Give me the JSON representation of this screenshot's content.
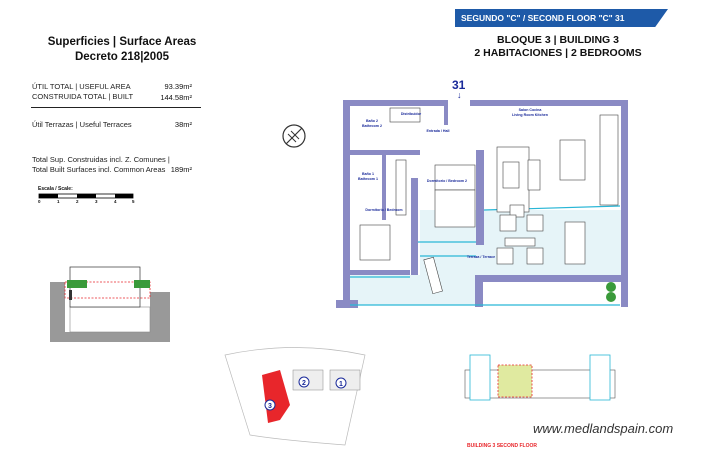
{
  "surfaces": {
    "title": "Superficies | Surface Areas",
    "decree": "Decreto 218|2005",
    "rows": [
      {
        "label": "ÚTIL TOTAL | USEFUL  AREA",
        "value": "93.39m²"
      },
      {
        "label": "CONSTRUIDA TOTAL | BUILT",
        "value": "144.58m²"
      },
      {
        "label": "Útil Terrazas | Useful Terraces",
        "value": "38m²"
      },
      {
        "label": "Total Sup. Construidas incl. Z. Comunes |",
        "label2": "Total Built Surfaces incl. Common Areas",
        "value": "189m²"
      }
    ],
    "scale_label": "Escala / Scale:",
    "scale_ticks": [
      "0",
      "1",
      "2",
      "3",
      "4",
      "5"
    ]
  },
  "header": {
    "banner": "SEGUNDO  \"C\" / SECOND FLOOR \"C\"    31",
    "building": "BLOQUE 3 | BUILDING 3",
    "bedrooms": "2 HABITACIONES | 2 BEDROOMS"
  },
  "plan": {
    "entrance_number": "31",
    "rooms": {
      "bath2": [
        "Baño 2",
        "Bathroom 2"
      ],
      "distributor": [
        "Distribuidor"
      ],
      "hall": [
        "Entrada / Hall"
      ],
      "living": [
        "Salon Cocina",
        "Living Room Kitchen"
      ],
      "bath1": [
        "Baño 1",
        "Bathroom 1"
      ],
      "bed2": [
        "Dormitorio / Bedroom 2"
      ],
      "bed1": [
        "Dormitorio / Bedroom"
      ],
      "terrace": [
        "Terraza / Terrace"
      ]
    },
    "colors": {
      "wall": "#8a8ac4",
      "terrace": "#e6f4f8",
      "glass": "#29b6d6"
    }
  },
  "site": {
    "buildings": [
      "1",
      "2",
      "3"
    ],
    "highlight": "#e8262b"
  },
  "floor_key": {
    "caption": "BUILDING 3 SECOND FLOOR",
    "highlight": "#e0eaa0"
  },
  "watermark": "www.medlandspain.com"
}
